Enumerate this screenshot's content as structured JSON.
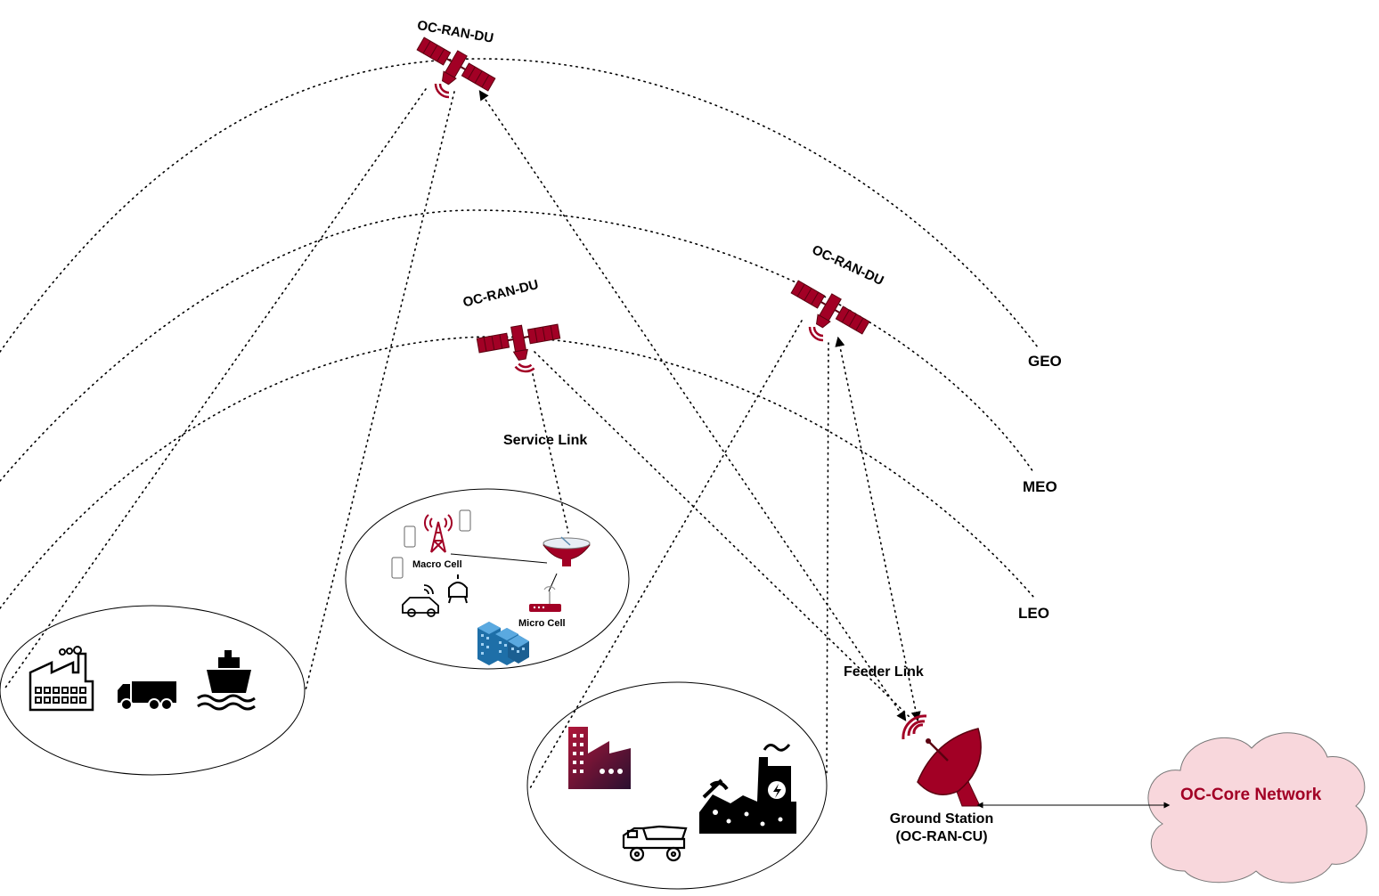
{
  "satellites": {
    "geo_label": "OC-RAN-DU",
    "meo_label": "OC-RAN-DU",
    "leo_label": "OC-RAN-DU"
  },
  "orbits": {
    "geo": "GEO",
    "meo": "MEO",
    "leo": "LEO"
  },
  "links": {
    "service": "Service Link",
    "feeder": "Feeder Link"
  },
  "cells": {
    "macro": "Macro Cell",
    "micro": "Micro Cell"
  },
  "ground_station": {
    "line1": "Ground Station",
    "line2": "(OC-RAN-CU)"
  },
  "core_network": "OC-Core Network",
  "colors": {
    "accent": "#a20025",
    "cloud_fill": "#f8d7dc",
    "building_blue": "#1e6fa8"
  },
  "icons": [
    "satellite-icon",
    "dish-antenna-icon",
    "cell-tower-icon",
    "router-icon",
    "phone-icon",
    "car-icon",
    "robot-icon",
    "buildings-icon",
    "factory-icon",
    "truck-icon",
    "ship-icon",
    "dump-truck-icon",
    "mine-icon",
    "cloud-icon"
  ]
}
